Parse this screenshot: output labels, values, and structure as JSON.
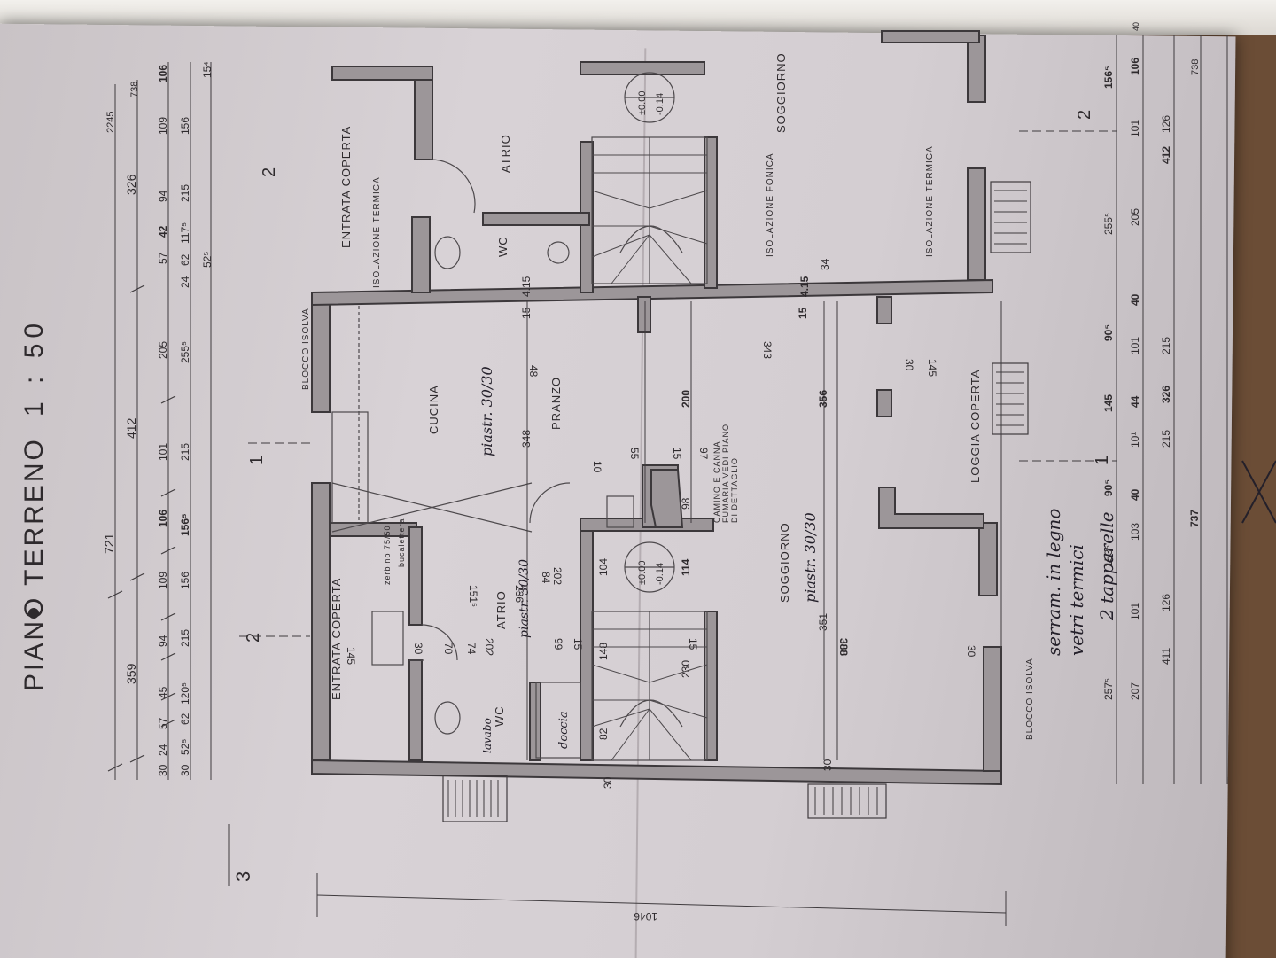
{
  "title": {
    "text": "PIANO TERRENO",
    "scale": "1 : 50"
  },
  "rooms_left": {
    "entrata": "ENTRATA COPERTA",
    "wc": "WC",
    "atrio": "ATRIO",
    "doccia": "doccia",
    "lavabo": "lavabo",
    "zerbino": "zerbino 75/50",
    "bocaletteria": "bucalettera",
    "cucina": "CUCINA",
    "pranzo": "PRANZO",
    "piastr_cucina": "piastr. 30/30",
    "piastr_atrio": "piastr. 30/30",
    "camino": [
      "CAMINO E CANNA",
      "FUMARIA VEDI PIANO",
      "DI DETTAGLIO"
    ],
    "soggiorno": "SOGGIORNO",
    "piastr_soggiorno": "piastr. 30/30",
    "loggia": "LOGGIA COPERTA",
    "blocco_isolva_top": "BLOCCO ISOLVA",
    "blocco_isolva_bottom": "BLOCCO ISOLVA",
    "level_a": "±0.00",
    "level_b": "-0.14"
  },
  "rooms_right": {
    "entrata": "ENTRATA COPERTA",
    "isol_termica_1": "ISOLAZIONE TERMICA",
    "atrio": "ATRIO",
    "wc": "WC",
    "soggiorno": "SOGGIORNO",
    "isol_fonica": "ISOLAZIONE FONICA",
    "isol_termica_2": "ISOLAZIONE TERMICA",
    "level_a": "±0.00",
    "level_b": "-0.14"
  },
  "handwritten_note": [
    "serram. in legno",
    "vetri termici",
    "2 tapparelle"
  ],
  "section_marks": {
    "s1": "1",
    "s2": "2",
    "s3": "3"
  },
  "dims_top": {
    "total": "2245",
    "a": "721",
    "b": "359",
    "c": "412",
    "d": "326",
    "e": "738",
    "row3": [
      "30",
      "24",
      "57",
      "45",
      "94",
      "109",
      "106",
      "101",
      "205",
      "24",
      "57",
      "42",
      "94",
      "109",
      "106"
    ],
    "row4": [
      "30",
      "52⁵",
      "62",
      "120⁵",
      "215",
      "156",
      "156⁵",
      "215",
      "255⁵",
      "52⁵",
      "62",
      "117⁵",
      "215",
      "156",
      "15⁴"
    ]
  },
  "dims_bottom": {
    "total_a": "737",
    "total_b": "738",
    "row1": [
      "257⁵",
      "153⁵",
      "90⁵",
      "145",
      "90⁵",
      "255⁵",
      "156⁵"
    ],
    "row2": [
      "207",
      "101",
      "103",
      "40",
      "10¹",
      "44",
      "101",
      "40",
      "205",
      "101",
      "106",
      "40"
    ],
    "row3": [
      "411",
      "126",
      "215",
      "326",
      "215",
      "412",
      "126"
    ]
  },
  "dims_interior": {
    "d1": "145",
    "d2": "30",
    "d3": "70",
    "d4": "74",
    "d5": "202",
    "d6": "151⁵",
    "d7": "236",
    "d8": "202",
    "d9": "84",
    "d10": "99",
    "d11": "15",
    "d12": "148",
    "d13": "104",
    "d14": "114",
    "d15": "230",
    "d16": "82",
    "d17": "15",
    "d18": "348",
    "d19": "48",
    "d20": "15",
    "d21": "343",
    "d22": "200",
    "d23": "356",
    "d24": "351",
    "d25": "388",
    "d26": "97",
    "d27": "55",
    "d28": "15",
    "d29": "98",
    "d30": "4.15",
    "d31": "4.15",
    "d32": "15",
    "d33": "34",
    "d34": "30",
    "d35": "145",
    "d36": "30",
    "d37": "30",
    "d38": "1046",
    "d39": "30",
    "d40": "10"
  }
}
